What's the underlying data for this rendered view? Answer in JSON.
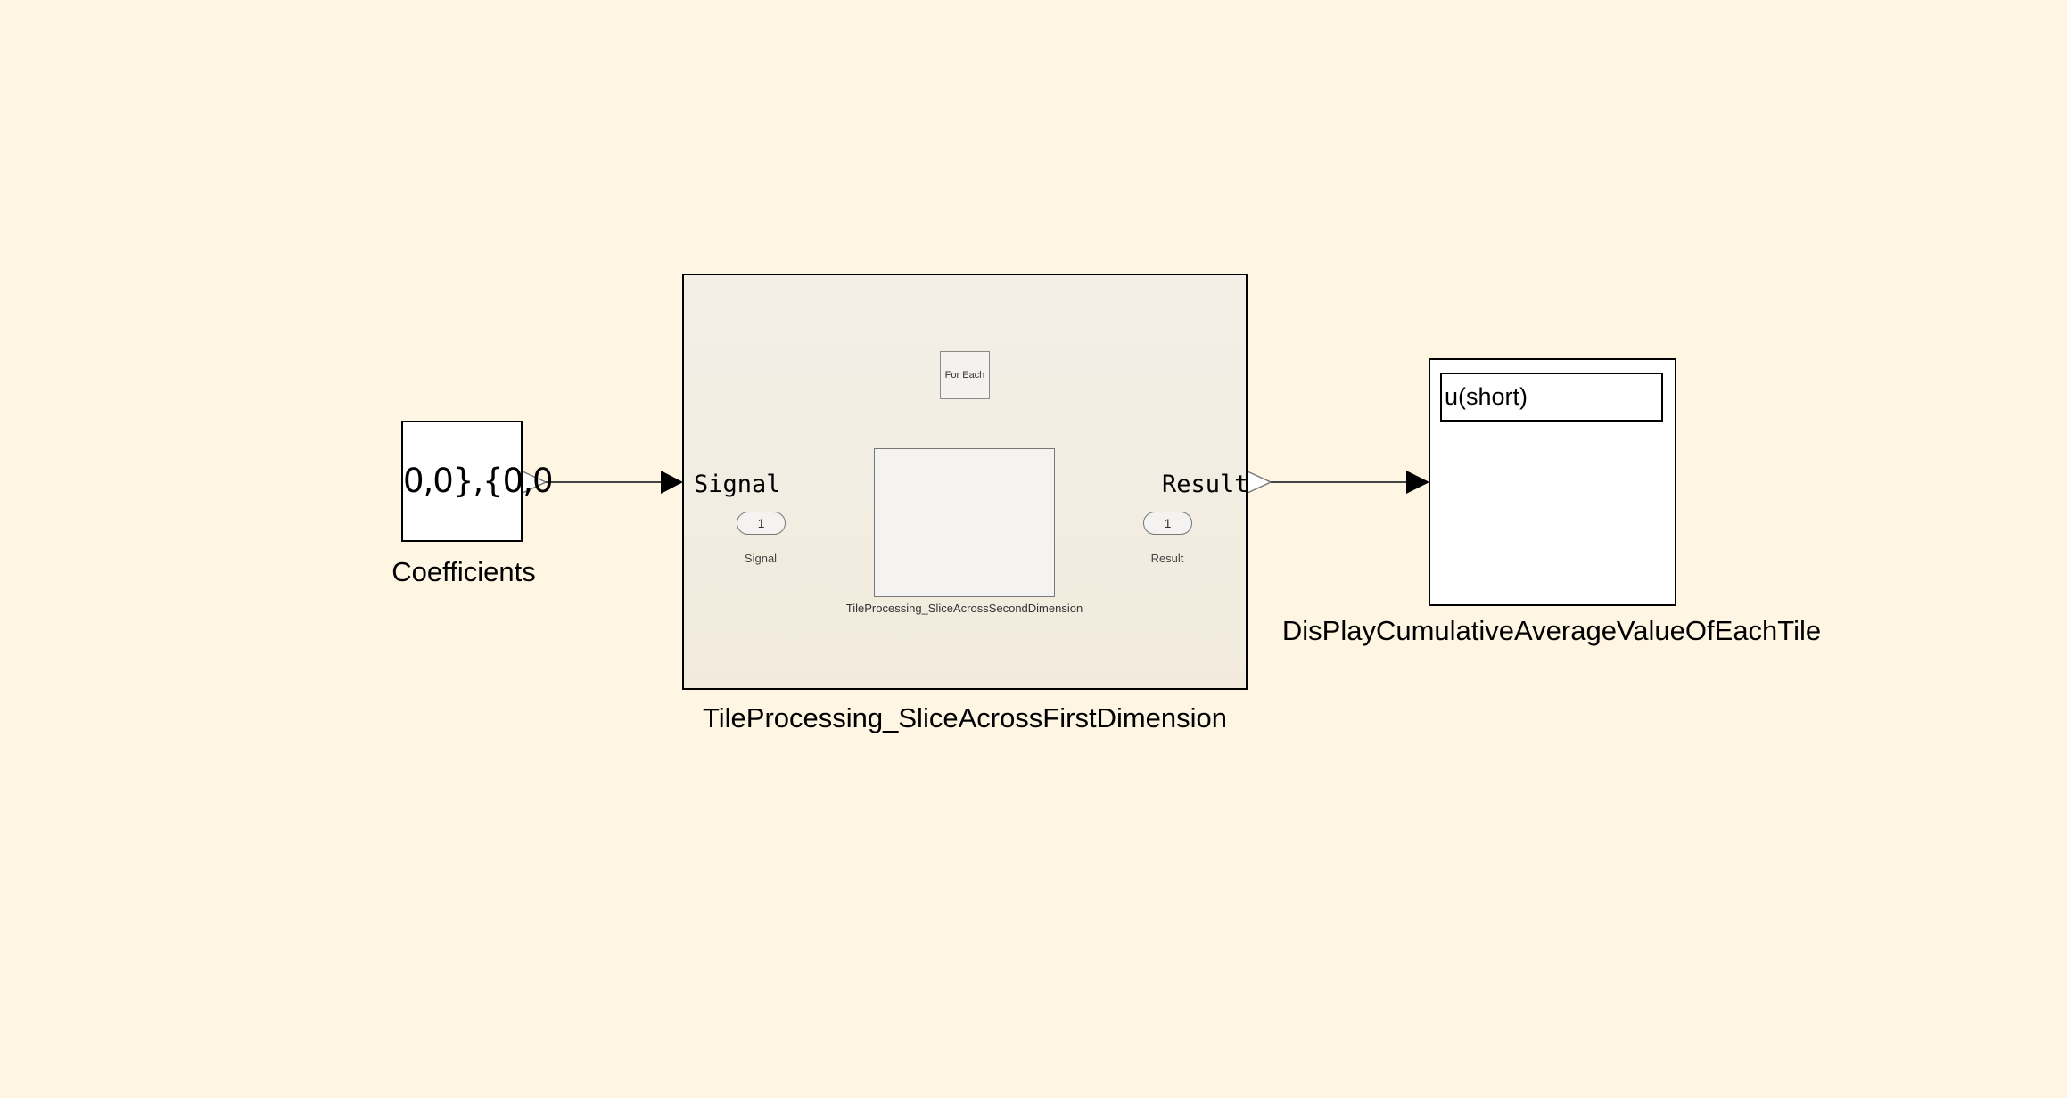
{
  "blocks": {
    "coefficients": {
      "value": "0,0},{0,0",
      "label": "Coefficients"
    },
    "subsystem": {
      "label": "TileProcessing_SliceAcrossFirstDimension",
      "input_port": "Signal",
      "output_port": "Result",
      "inner": {
        "for_each": "For Each",
        "subsystem_label": "TileProcessing_SliceAcrossSecondDimension",
        "inport": {
          "number": "1",
          "label": "Signal"
        },
        "outport": {
          "number": "1",
          "label": "Result"
        }
      }
    },
    "display": {
      "value": "u(short)",
      "label": "DisPlayCumulativeAverageValueOfEachTile"
    }
  }
}
